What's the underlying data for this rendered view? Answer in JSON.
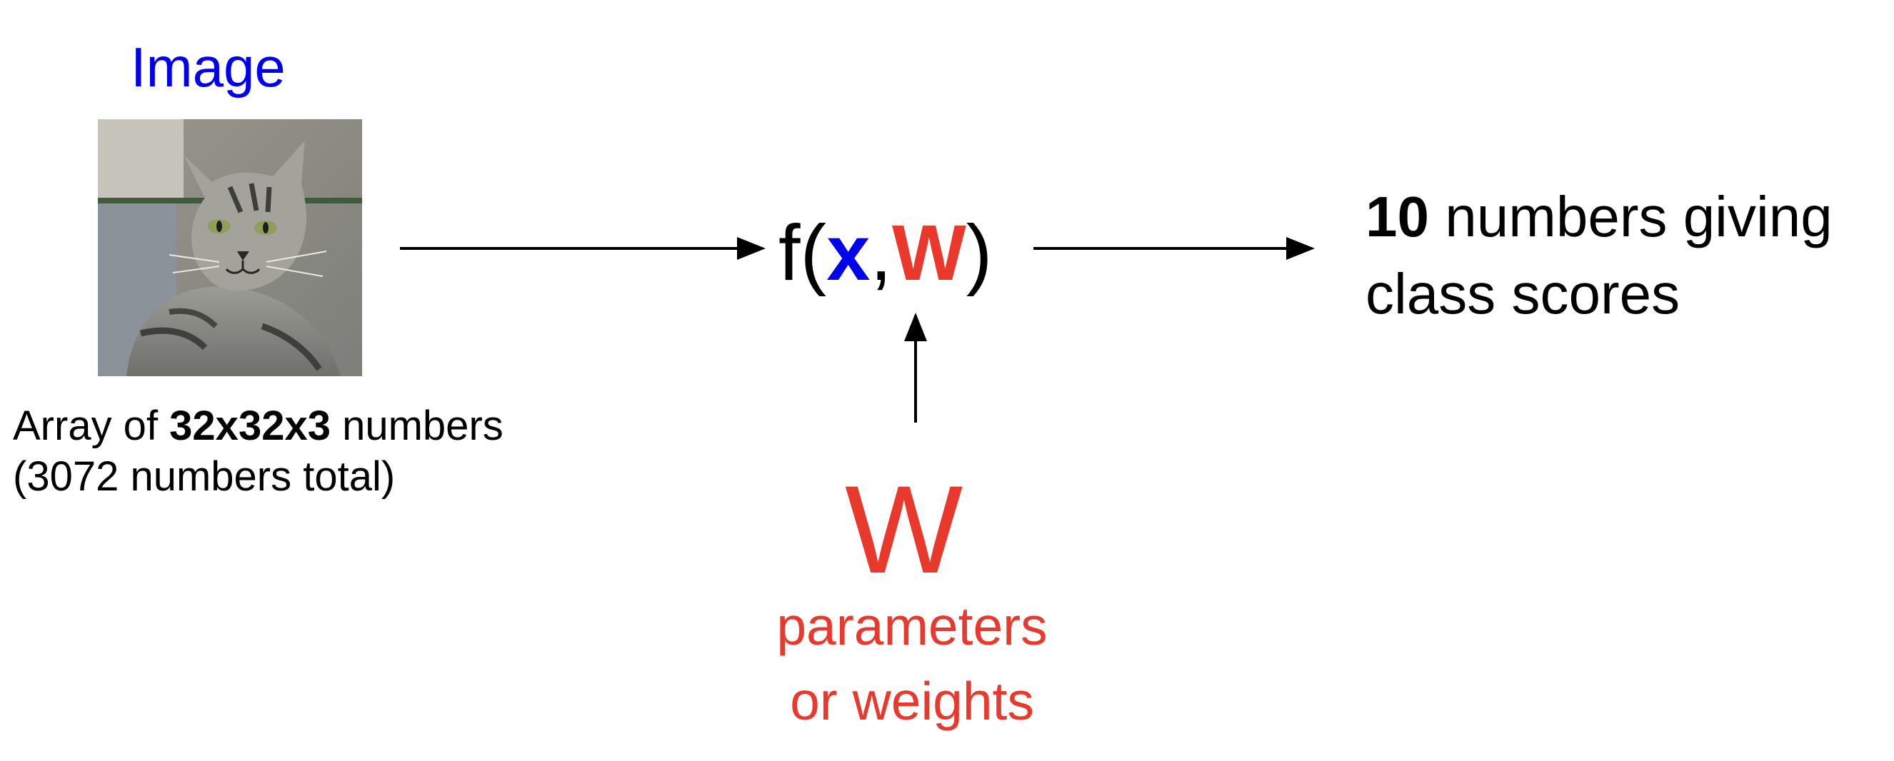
{
  "colors": {
    "blue": "#0000ee",
    "red": "#e8392c",
    "black": "#000000"
  },
  "image": {
    "title": "Image",
    "photo_icon": "tabby-cat-photo",
    "caption_prefix": "Array of ",
    "caption_bold": "32x32x3",
    "caption_suffix": " numbers",
    "caption_line2": "(3072 numbers total)"
  },
  "function": {
    "prefix": "f(",
    "x": "x",
    "comma": ",",
    "w": "W",
    "suffix": ")"
  },
  "weights": {
    "symbol": "W",
    "caption_line1": "parameters",
    "caption_line2": "or weights"
  },
  "output": {
    "bold_number": "10",
    "text_line1": " numbers giving",
    "text_line2": "class scores"
  }
}
